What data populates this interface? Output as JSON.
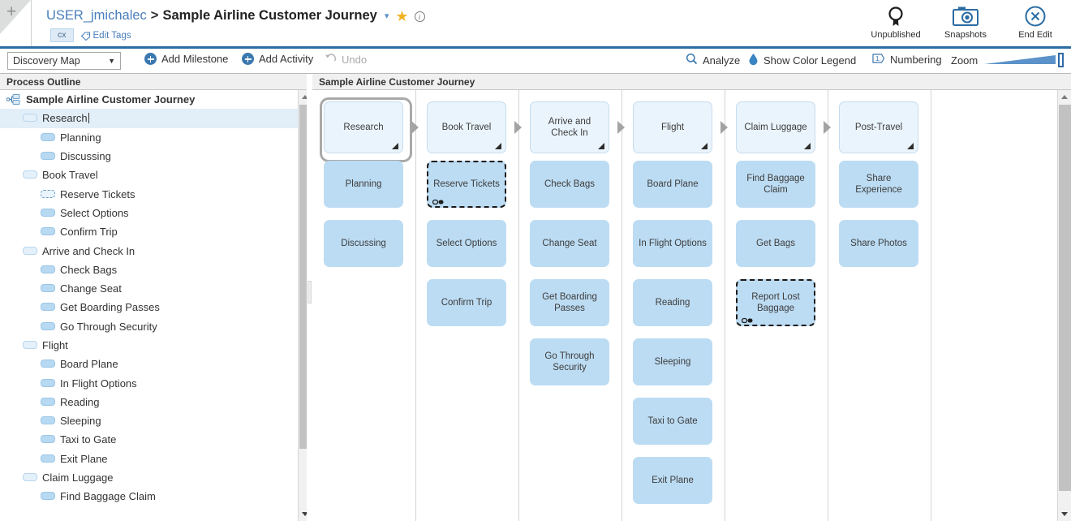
{
  "header": {
    "add_button_icon": "plus-icon",
    "breadcrumb": {
      "user": "USER_jmichalec",
      "separator": ">",
      "title": "Sample Airline Customer Journey"
    },
    "tag": "cx",
    "edit_tags_label": "Edit Tags",
    "actions": [
      {
        "label": "Unpublished",
        "icon": "ribbon-icon"
      },
      {
        "label": "Snapshots",
        "icon": "camera-icon"
      },
      {
        "label": "End Edit",
        "icon": "close-circle-icon"
      }
    ]
  },
  "toolbar": {
    "view_select_value": "Discovery Map",
    "add_milestone_label": "Add Milestone",
    "add_activity_label": "Add Activity",
    "undo_label": "Undo",
    "analyze_label": "Analyze",
    "color_legend_label": "Show Color Legend",
    "numbering_label": "Numbering",
    "zoom_label": "Zoom"
  },
  "left_panel": {
    "title": "Process Outline",
    "root": {
      "label": "Sample Airline Customer Journey",
      "icon": "process-root-icon"
    },
    "tree": [
      {
        "label": "Research",
        "type": "milestone",
        "depth": 1,
        "selected": true,
        "editing": true
      },
      {
        "label": "Planning",
        "type": "activity",
        "depth": 2
      },
      {
        "label": "Discussing",
        "type": "activity",
        "depth": 2
      },
      {
        "label": "Book Travel",
        "type": "milestone",
        "depth": 1
      },
      {
        "label": "Reserve Tickets",
        "type": "activity-dashed",
        "depth": 2
      },
      {
        "label": "Select Options",
        "type": "activity",
        "depth": 2
      },
      {
        "label": "Confirm Trip",
        "type": "activity",
        "depth": 2
      },
      {
        "label": "Arrive and Check In",
        "type": "milestone",
        "depth": 1
      },
      {
        "label": "Check Bags",
        "type": "activity",
        "depth": 2
      },
      {
        "label": "Change Seat",
        "type": "activity",
        "depth": 2
      },
      {
        "label": "Get Boarding Passes",
        "type": "activity",
        "depth": 2
      },
      {
        "label": "Go Through Security",
        "type": "activity",
        "depth": 2
      },
      {
        "label": "Flight",
        "type": "milestone",
        "depth": 1
      },
      {
        "label": "Board Plane",
        "type": "activity",
        "depth": 2
      },
      {
        "label": "In Flight Options",
        "type": "activity",
        "depth": 2
      },
      {
        "label": "Reading",
        "type": "activity",
        "depth": 2
      },
      {
        "label": "Sleeping",
        "type": "activity",
        "depth": 2
      },
      {
        "label": "Taxi to Gate",
        "type": "activity",
        "depth": 2
      },
      {
        "label": "Exit Plane",
        "type": "activity",
        "depth": 2
      },
      {
        "label": "Claim Luggage",
        "type": "milestone",
        "depth": 1
      },
      {
        "label": "Find Baggage Claim",
        "type": "activity",
        "depth": 2
      }
    ]
  },
  "right_panel": {
    "tab_title": "Sample Airline Customer Journey",
    "columns": [
      {
        "milestone": {
          "label": "Research",
          "selected": true,
          "has_corner_flag": true
        },
        "activities": [
          {
            "label": "Planning"
          },
          {
            "label": "Discussing"
          }
        ]
      },
      {
        "milestone": {
          "label": "Book Travel",
          "has_corner_flag": true
        },
        "activities": [
          {
            "label": "Reserve Tickets",
            "dashed": true,
            "linked": true
          },
          {
            "label": "Select Options"
          },
          {
            "label": "Confirm Trip"
          }
        ]
      },
      {
        "milestone": {
          "label": "Arrive and Check In",
          "has_corner_flag": true
        },
        "activities": [
          {
            "label": "Check Bags"
          },
          {
            "label": "Change Seat"
          },
          {
            "label": "Get Boarding Passes"
          },
          {
            "label": "Go Through Security"
          }
        ]
      },
      {
        "milestone": {
          "label": "Flight",
          "has_corner_flag": true
        },
        "activities": [
          {
            "label": "Board Plane"
          },
          {
            "label": "In Flight Options"
          },
          {
            "label": "Reading"
          },
          {
            "label": "Sleeping"
          },
          {
            "label": "Taxi to Gate"
          },
          {
            "label": "Exit Plane"
          }
        ]
      },
      {
        "milestone": {
          "label": "Claim Luggage",
          "has_corner_flag": true
        },
        "activities": [
          {
            "label": "Find Baggage Claim"
          },
          {
            "label": "Get Bags"
          },
          {
            "label": "Report Lost Baggage",
            "dashed": true,
            "linked": true
          }
        ]
      },
      {
        "milestone": {
          "label": "Post-Travel",
          "has_corner_flag": true
        },
        "activities": [
          {
            "label": "Share Experience"
          },
          {
            "label": "Share Photos"
          }
        ]
      }
    ]
  },
  "colors": {
    "accent_blue": "#2b6ca3",
    "link_blue": "#4a7ebb",
    "milestone_fill": "#eaf4fc",
    "activity_fill": "#bcdcf3",
    "star_gold": "#f0b323"
  }
}
